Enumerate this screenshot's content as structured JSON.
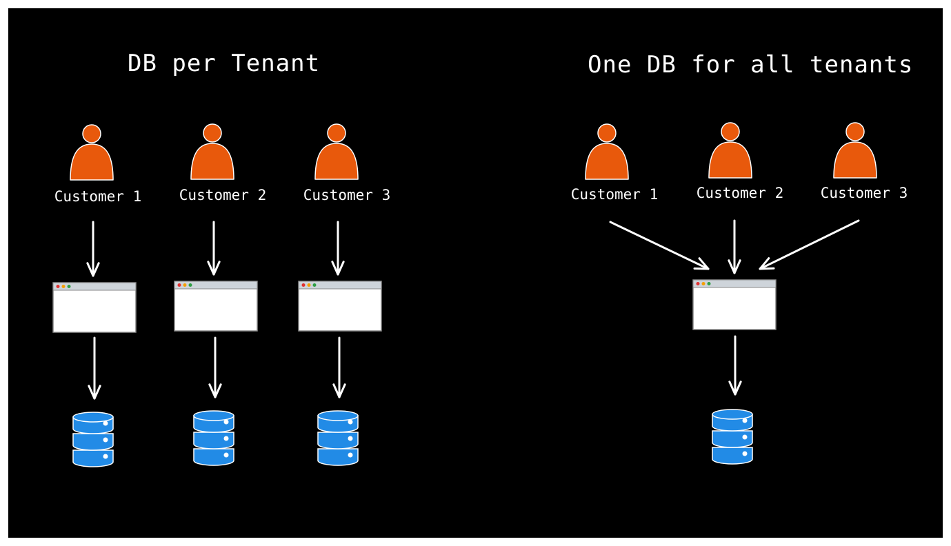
{
  "colors": {
    "background": "#000000",
    "person": "#e8590c",
    "database": "#228be6",
    "window": "#ffffff",
    "window_bar": "#ced4da",
    "stroke": "#ffffff"
  },
  "left_panel": {
    "title": "DB per Tenant",
    "customers": [
      "Customer 1",
      "Customer 2",
      "Customer 3"
    ]
  },
  "right_panel": {
    "title": "One DB for all tenants",
    "customers": [
      "Customer 1",
      "Customer 2",
      "Customer 3"
    ]
  },
  "icons": {
    "person": "person-icon",
    "app_window": "browser-window-icon",
    "database": "database-icon"
  }
}
